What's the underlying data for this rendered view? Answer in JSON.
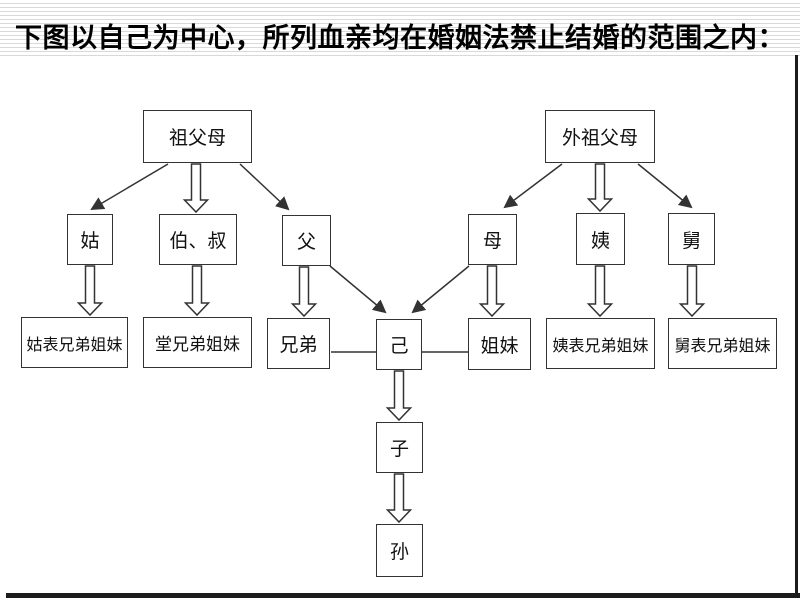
{
  "title": "下图以自己为中心，所列血亲均在婚姻法禁止结婚的范围之内：",
  "diagram": {
    "nodes": {
      "zufumu": "祖父母",
      "waizufumu": "外祖父母",
      "gu": "姑",
      "boshu": "伯、叔",
      "fu": "父",
      "mu": "母",
      "yi": "姨",
      "jiu": "舅",
      "gubiao": "姑表兄弟姐妹",
      "tangxiongdi": "堂兄弟姐妹",
      "xiongdi": "兄弟",
      "ji": "己",
      "jiemei": "姐妹",
      "yibiao": "姨表兄弟姐妹",
      "jiubiao": "舅表兄弟姐妹",
      "zi": "子",
      "sun": "孙"
    },
    "edges": [
      {
        "from": "zufumu",
        "to": "gu",
        "style": "thin-arrow"
      },
      {
        "from": "zufumu",
        "to": "boshu",
        "style": "block-arrow"
      },
      {
        "from": "zufumu",
        "to": "fu",
        "style": "thin-arrow"
      },
      {
        "from": "gu",
        "to": "gubiao",
        "style": "block-arrow"
      },
      {
        "from": "boshu",
        "to": "tangxiongdi",
        "style": "block-arrow"
      },
      {
        "from": "fu",
        "to": "xiongdi",
        "style": "block-arrow"
      },
      {
        "from": "fu",
        "to": "ji",
        "style": "thin-arrow"
      },
      {
        "from": "waizufumu",
        "to": "mu",
        "style": "thin-arrow"
      },
      {
        "from": "waizufumu",
        "to": "yi",
        "style": "block-arrow"
      },
      {
        "from": "waizufumu",
        "to": "jiu",
        "style": "thin-arrow"
      },
      {
        "from": "mu",
        "to": "ji",
        "style": "thin-arrow"
      },
      {
        "from": "mu",
        "to": "jiemei",
        "style": "block-arrow"
      },
      {
        "from": "yi",
        "to": "yibiao",
        "style": "block-arrow"
      },
      {
        "from": "jiu",
        "to": "jiubiao",
        "style": "block-arrow"
      },
      {
        "from": "xiongdi",
        "to": "ji",
        "style": "plain-line"
      },
      {
        "from": "ji",
        "to": "jiemei",
        "style": "plain-line"
      },
      {
        "from": "ji",
        "to": "zi",
        "style": "block-arrow"
      },
      {
        "from": "zi",
        "to": "sun",
        "style": "block-arrow"
      }
    ]
  },
  "colors": {
    "line": "#333333",
    "border_shadow": "#1c1c1c",
    "stripe": "#d9d9d9",
    "background": "#ffffff"
  }
}
